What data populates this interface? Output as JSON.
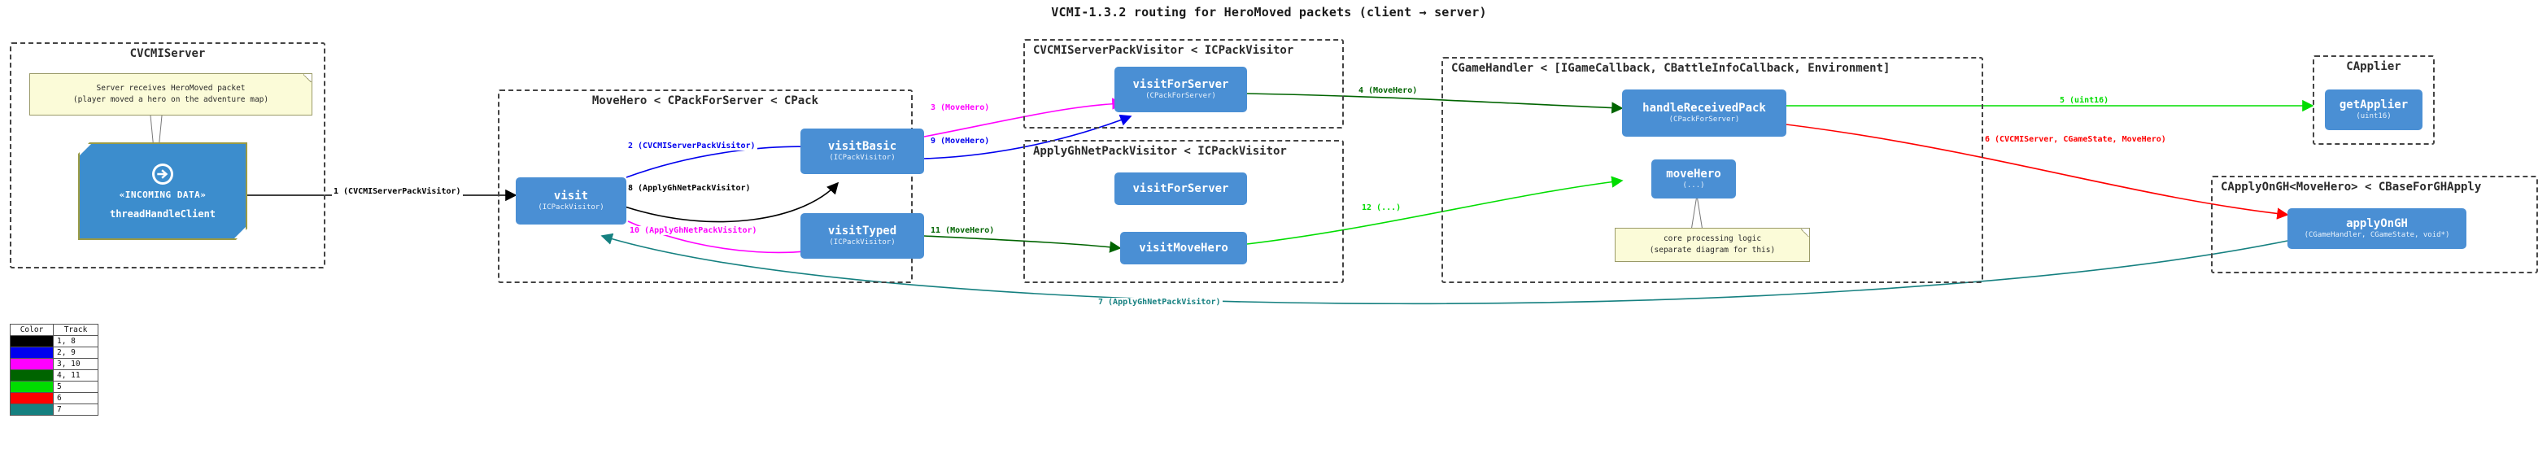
{
  "title": "VCMI-1.3.2 routing for HeroMoved packets (client → server)",
  "packages": [
    {
      "id": "cvcmiserver",
      "label": "CVCMIServer"
    },
    {
      "id": "movehero",
      "label": "MoveHero < CPackForServer < CPack"
    },
    {
      "id": "cvcmiserverpackvisitor",
      "label": "CVCMIServerPackVisitor < ICPackVisitor"
    },
    {
      "id": "applyghnetpackvisitor",
      "label": "ApplyGhNetPackVisitor < ICPackVisitor"
    },
    {
      "id": "cgamehandler",
      "label": "CGameHandler < [IGameCallback, CBattleInfoCallback, Environment]"
    },
    {
      "id": "capplier",
      "label": "CApplier"
    },
    {
      "id": "capplyongh",
      "label": "CApplyOnGH<MoveHero> < CBaseForGHApply"
    }
  ],
  "incoming": {
    "stereotype": "«INCOMING DATA»",
    "name": "threadHandleClient",
    "icon": "arrow-right-circle-icon"
  },
  "notes": [
    {
      "id": "server-note",
      "line1": "Server receives HeroMoved packet",
      "line2": "(player moved a hero on the adventure map)"
    },
    {
      "id": "core-note",
      "line1": "core processing logic",
      "line2": "(separate diagram for this)"
    }
  ],
  "nodes": [
    {
      "id": "visit",
      "main": "visit",
      "sub": "(ICPackVisitor)"
    },
    {
      "id": "visitBasic",
      "main": "visitBasic",
      "sub": "(ICPackVisitor)"
    },
    {
      "id": "visitTyped",
      "main": "visitTyped",
      "sub": "(ICPackVisitor)"
    },
    {
      "id": "visitForServer-srv",
      "main": "visitForServer",
      "sub": "(CPackForServer)"
    },
    {
      "id": "visitForServer-gh",
      "main": "visitForServer",
      "sub": ""
    },
    {
      "id": "visitMoveHero",
      "main": "visitMoveHero",
      "sub": ""
    },
    {
      "id": "handleReceivedPack",
      "main": "handleReceivedPack",
      "sub": "(CPackForServer)"
    },
    {
      "id": "moveHero",
      "main": "moveHero",
      "sub": "(...)"
    },
    {
      "id": "getApplier",
      "main": "getApplier",
      "sub": "(uint16)"
    },
    {
      "id": "applyOnGH",
      "main": "applyOnGH",
      "sub": "(CGameHandler, CGameState, void*)"
    }
  ],
  "edges": [
    {
      "n": 1,
      "label": "1 (CVCMIServerPackVisitor)",
      "color": "#000000"
    },
    {
      "n": 2,
      "label": "2 (CVCMIServerPackVisitor)",
      "color": "#0000ee"
    },
    {
      "n": 3,
      "label": "3 (MoveHero)",
      "color": "#ff00ff"
    },
    {
      "n": 4,
      "label": "4 (MoveHero)",
      "color": "#006400"
    },
    {
      "n": 5,
      "label": "5 (uint16)",
      "color": "#00dd00"
    },
    {
      "n": 6,
      "label": "6 (CVCMIServer, CGameState, MoveHero)",
      "color": "#ff0000"
    },
    {
      "n": 7,
      "label": "7 (ApplyGhNetPackVisitor)",
      "color": "#158080"
    },
    {
      "n": 8,
      "label": "8 (ApplyGhNetPackVisitor)",
      "color": "#000000"
    },
    {
      "n": 9,
      "label": "9 (MoveHero)",
      "color": "#0000ee"
    },
    {
      "n": 10,
      "label": "10 (ApplyGhNetPackVisitor)",
      "color": "#ff00ff"
    },
    {
      "n": 11,
      "label": "11 (MoveHero)",
      "color": "#006400"
    },
    {
      "n": 12,
      "label": "12 (...)",
      "color": "#00dd00"
    }
  ],
  "legend": {
    "headers": [
      "Color",
      "Track"
    ],
    "rows": [
      {
        "color": "#000000",
        "track": "1, 8"
      },
      {
        "color": "#0000ee",
        "track": "2, 9"
      },
      {
        "color": "#ff00ff",
        "track": "3, 10"
      },
      {
        "color": "#006400",
        "track": "4, 11"
      },
      {
        "color": "#00dd00",
        "track": "5"
      },
      {
        "color": "#ff0000",
        "track": "6"
      },
      {
        "color": "#158080",
        "track": "7"
      }
    ]
  }
}
